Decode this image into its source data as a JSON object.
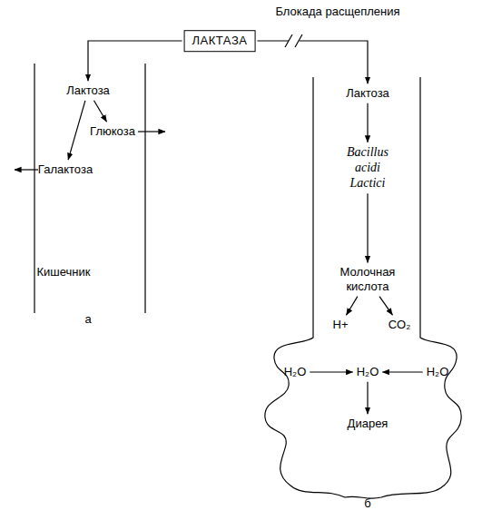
{
  "diagram": {
    "nodes": [
      {
        "text": [
          "ЛАКТАЗА"
        ]
      },
      {
        "text": [
          "Лактоза"
        ]
      },
      {
        "text": [
          "Глюкоза"
        ]
      },
      {
        "text": [
          "Галактоза"
        ]
      },
      {
        "text": [
          "Лактоза"
        ]
      },
      {
        "text": [
          "Bacillus acidi Lactici"
        ]
      },
      {
        "text": [
          "Молочная кислота"
        ]
      },
      {
        "text": [
          "H+"
        ]
      },
      {
        "text": [
          "CO₂"
        ]
      },
      {
        "text": [
          "H₂O"
        ]
      },
      {
        "text": [
          "H₂O"
        ]
      },
      {
        "text": [
          "H₂O"
        ]
      },
      {
        "text": [
          "Диарея"
        ]
      }
    ],
    "edges": [
      {
        "from": 0,
        "to": 1,
        "arrow": "to"
      },
      {
        "from": 0,
        "to": 4,
        "arrow": "to",
        "label": "Блокада расщепления"
      },
      {
        "from": 1,
        "to": 2,
        "arrow": "to"
      },
      {
        "from": 1,
        "to": 3,
        "arrow": "to"
      },
      {
        "from": 4,
        "to": 5,
        "arrow": "to"
      },
      {
        "from": 5,
        "to": 6,
        "arrow": "to"
      },
      {
        "from": 6,
        "to": 7,
        "arrow": "to"
      },
      {
        "from": 6,
        "to": 8,
        "arrow": "to"
      },
      {
        "from": 9,
        "to": 10,
        "arrow": "to"
      },
      {
        "from": 11,
        "to": 10,
        "arrow": "to"
      },
      {
        "from": 10,
        "to": 12,
        "arrow": "to"
      }
    ],
    "labels": [
      "Кишечник",
      "а",
      "б"
    ]
  }
}
